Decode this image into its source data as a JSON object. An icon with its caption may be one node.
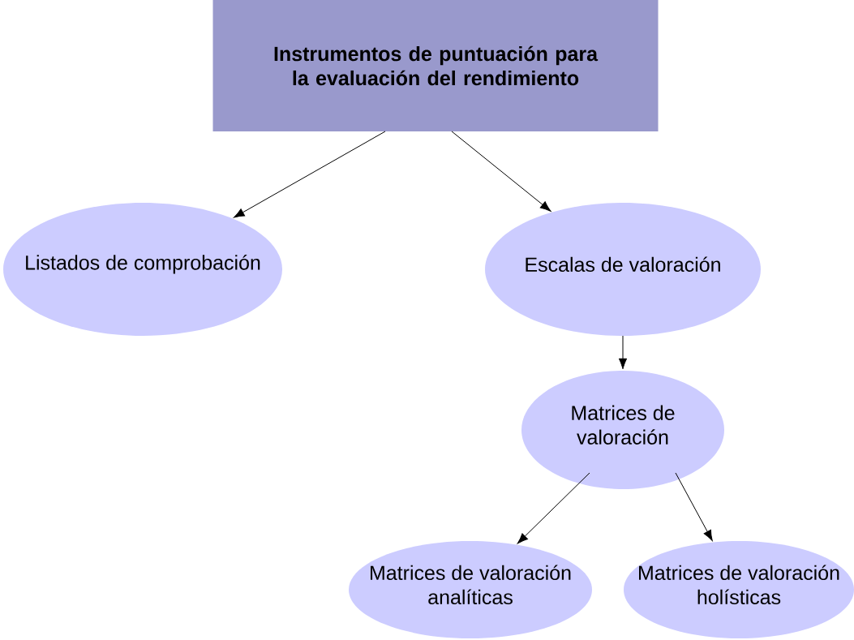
{
  "diagram": {
    "nodes": [
      {
        "text": [
          "Instrumentos de puntuación para la evaluación del rendimiento"
        ]
      },
      {
        "text": [
          "Listados de comprobación"
        ]
      },
      {
        "text": [
          "Escalas de valoración"
        ]
      },
      {
        "text": [
          "Matrices de valoración"
        ]
      },
      {
        "text": [
          "Matrices de valoración analíticas"
        ]
      },
      {
        "text": [
          "Matrices de valoración holísticas"
        ]
      }
    ],
    "edges": [
      {
        "from": 0,
        "to": 1,
        "arrow": "to"
      },
      {
        "from": 0,
        "to": 2,
        "arrow": "to"
      },
      {
        "from": 2,
        "to": 3,
        "arrow": "to"
      },
      {
        "from": 3,
        "to": 4,
        "arrow": "to"
      },
      {
        "from": 3,
        "to": 5,
        "arrow": "to"
      }
    ]
  }
}
